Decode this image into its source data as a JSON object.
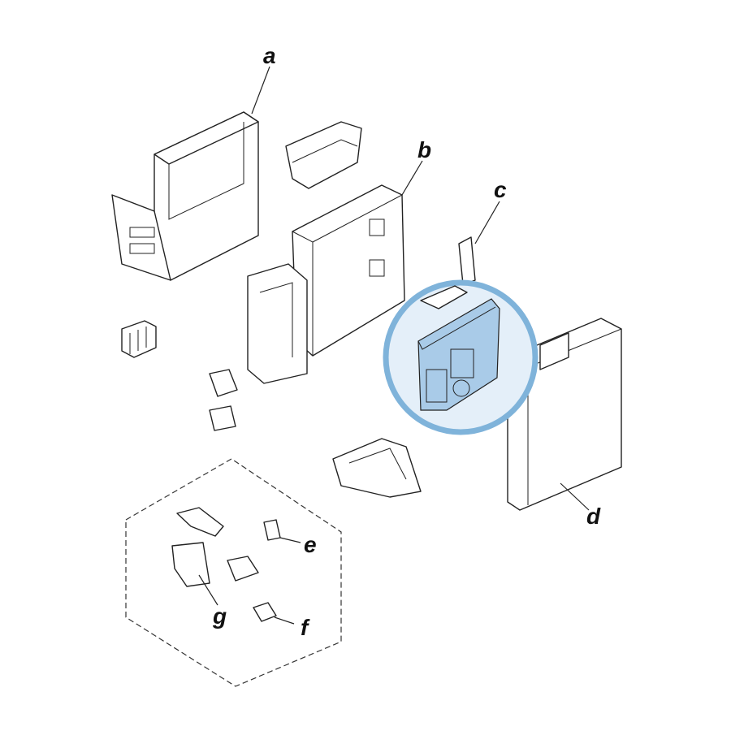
{
  "diagram": {
    "labels": {
      "a": "a",
      "b": "b",
      "c": "c",
      "d": "d",
      "e": "e",
      "f": "f",
      "g": "g"
    },
    "highlight": {
      "ring_color": "#7fb3da",
      "fill_color": "#e4eff9",
      "part_color": "#a9cbe8"
    }
  }
}
